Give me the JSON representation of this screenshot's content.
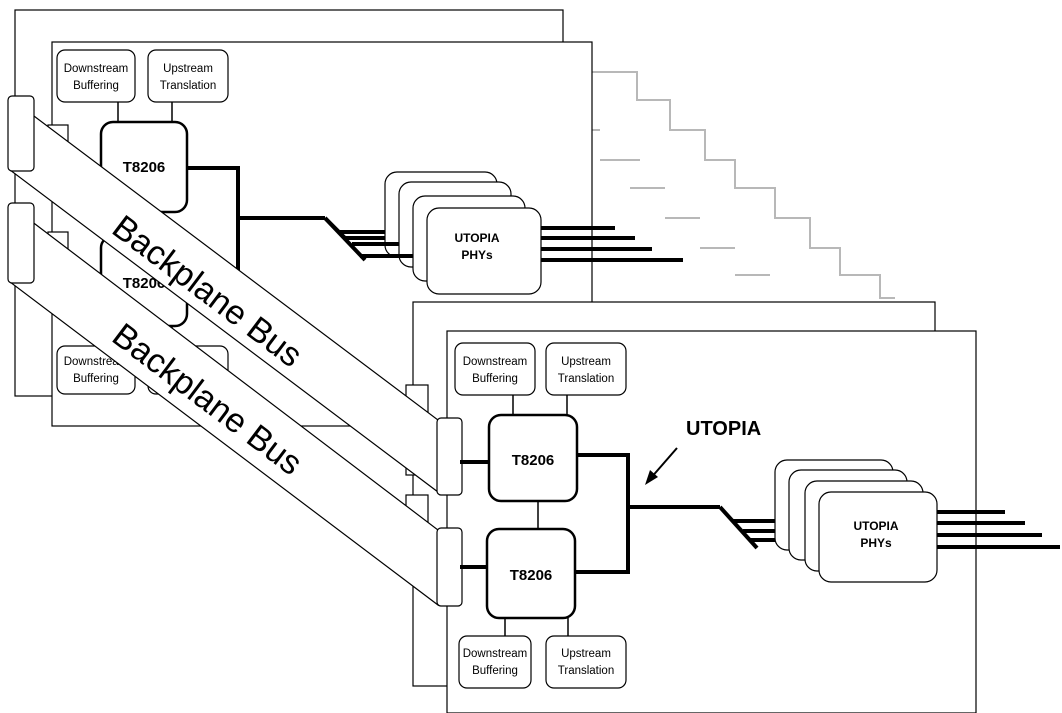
{
  "chips": {
    "t8206": "T8206"
  },
  "blocks": {
    "downstream_l1": "Downstream",
    "downstream_l2": "Buffering",
    "upstream_l1": "Upstream",
    "upstream_l2": "Translation"
  },
  "phys": {
    "l1": "UTOPIA",
    "l2": "PHYs"
  },
  "bus": {
    "label": "Backplane Bus"
  },
  "utopia_label": "UTOPIA"
}
